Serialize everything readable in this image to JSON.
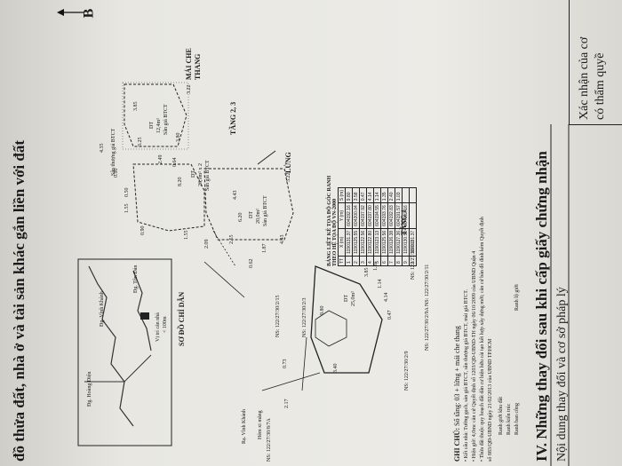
{
  "header": {
    "title": "đồ thửa đất, nhà ở và tài sản khác gắn liền với đất",
    "north_mark": "B"
  },
  "section_iv": {
    "title": "IV. Những thay đổi sau khi cấp giấy chứng nhận",
    "col_content": "Nội dung thay đổi và cơ sở pháp lý",
    "col_cert_1": "Xác nhận của cơ",
    "col_cert_2": "có thẩm quyề"
  },
  "locator": {
    "title": "SƠ ĐỒ CHỈ DẪN",
    "road_1": "Đg. Hoàng Diệu",
    "road_2": "Đg. Vĩnh Khánh",
    "road_3": "Đg. Tôn Đản",
    "note_1": "Vị trí căn nhà",
    "note_2": "< 100m"
  },
  "floors": {
    "mai_che": "MÁI CHE",
    "thang": "THANG",
    "tang23": "TẦNG 2, 3",
    "lung": "LỬNG",
    "tang1": "TẦNG 1"
  },
  "plan_labels": {
    "mai_dt": "DT",
    "mai_area": "12,4m²",
    "mai_san": "Sân giả BTCT",
    "mai_san2": "Sân thượng giả BTCT",
    "t23_dt": "DT",
    "t23_area": "26,9m² x 2",
    "t23_san": "Sàn giả BTCT",
    "lung_dt": "DT",
    "lung_area": "20,0m²",
    "lung_san": "Sàn giả BTCT",
    "t1_dt": "DT",
    "t1_area": "25,0m²",
    "road": "Rạ. Vĩnh Khánh",
    "hem": "Hẻm xi măng"
  },
  "dimensions": {
    "d_385": "3.85",
    "d_435": "4.35",
    "d_325": "3.25",
    "d_380": "3.80",
    "d_090a": "0.90",
    "d_249": "2.49",
    "d_064": "0.64",
    "d_820": "8.20",
    "d_322a": "3.22",
    "d_050": "0.50",
    "d_155a": "1.55",
    "d_090b": "0.90",
    "d_443a": "4.43",
    "d_620": "6.20",
    "d_443b": "4.43",
    "d_155b": "1.55",
    "d_209": "2.09",
    "d_187": "1.87",
    "d_255": "2.55",
    "d_062": "0.62",
    "d_322b": "3.22",
    "d_980": "9.80",
    "d_385b": "3.85",
    "d_414": "4.14",
    "d_047": "0.47",
    "d_217": "2.17",
    "d_340": "3.40",
    "d_073": "0.73",
    "d_135": "1.35",
    "d_114": "1.14"
  },
  "neighbors": {
    "ns_1": "NS: 122/27/30/2/15",
    "ns_2": "NS: 122/27/30/2/3",
    "ns_3": "NS: 122/27/30/2/1",
    "ns_4": "NS: 122/27/30/2/11",
    "ns_5": "NS: 122/27/30/2/9A",
    "ns_6": "NS: 122/27/30/2/9",
    "ns_7": "NS: 122/27/30/8/7A"
  },
  "coord_table": {
    "title_1": "BẢNG LIỆT KÊ TỌA ĐỘ GÓC RANH",
    "title_2": "THEO HỆ TỌA ĐỘ VN-2000",
    "headers": [
      "TT",
      "X (m)",
      "Y (m)",
      "S (m)"
    ],
    "rows": [
      [
        "1",
        "1190131.37",
        "604192.16",
        "9.80"
      ],
      [
        "2",
        "1190125.55",
        "604200.04",
        "3.58"
      ],
      [
        "3",
        "1190122.56",
        "604197.92",
        "0.47"
      ],
      [
        "4",
        "1190122.80",
        "604197.80",
        "4.14"
      ],
      [
        "5",
        "1190123.13",
        "604194.55",
        "1.14"
      ],
      [
        "6",
        "1190125.56",
        "604193.76",
        "1.35"
      ],
      [
        "7",
        "1190126.38",
        "604192.83",
        "2.40"
      ],
      [
        "8",
        "1190127.36",
        "604191.57",
        "1.03"
      ],
      [
        "9",
        "1190130.52",
        "604192.16",
        ""
      ],
      [
        "1",
        "1190131.37",
        "",
        ""
      ]
    ]
  },
  "notes": {
    "heading": "GHI CHÚ:",
    "line_1": "Số tầng: 03 + lửng + mái che thang",
    "line_2": "• Kết cấu nhà: Tường gạch, sàn giả BTCT, sân thượng giả BTCT, mái giả BTCT.",
    "line_3": "• Hiện giờ: 4,0mc căn cứ Quyết định số 1203/QĐ-UBND-TH ngày 06/10/2009 của UBND Quận 4",
    "line_4": "• Thửa đất thuộc quy hoạch đất dân cư hiện hữu cải tạo kết hợp xây dựng mới; căn cứ bản đồ đính kèm Quyết định",
    "line_5": "số 883/QĐ-UBND ngày 21/02/2013 của UBND TP.HCM",
    "legend_1": "Ranh giới khu đất",
    "legend_2": "Ranh kiến trúc",
    "legend_3": "Ranh ban công",
    "legend_4": "Ranh lộ giới"
  }
}
